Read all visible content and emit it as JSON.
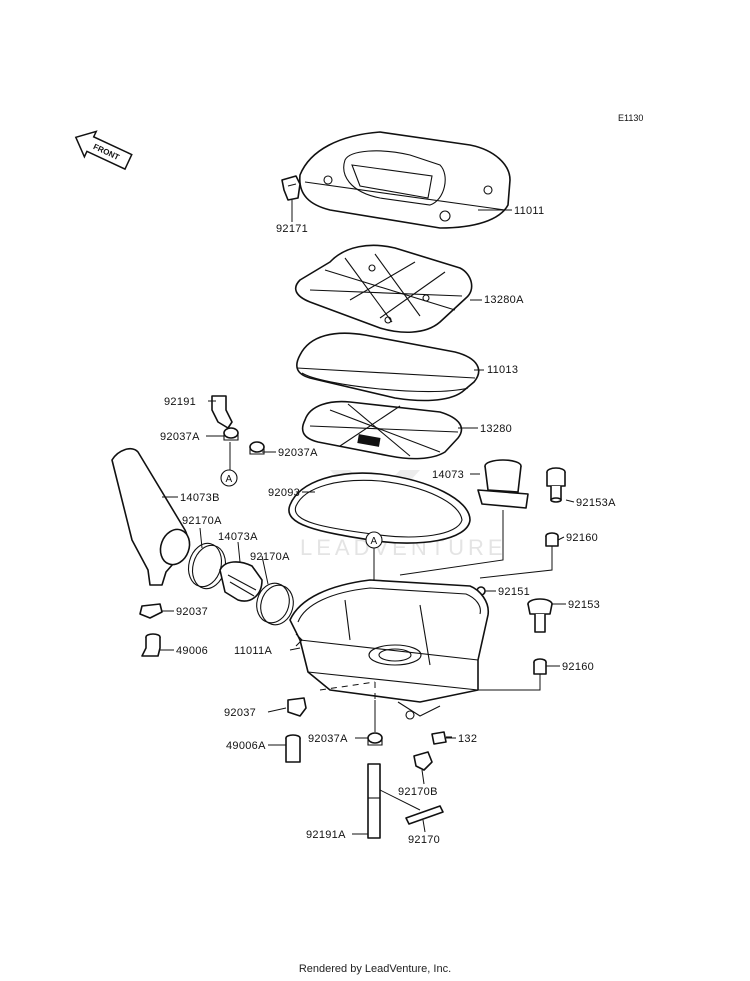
{
  "diagram": {
    "ref_code": "E1130",
    "front_label": "FRONT",
    "callout_label": "A",
    "watermark": "LEADVENTURE",
    "parts": {
      "p11011": "11011",
      "p92171": "92171",
      "p13280A": "13280A",
      "p11013": "11013",
      "p92191": "92191",
      "p92037A_1": "92037A",
      "p92037A_2": "92037A",
      "p13280": "13280",
      "p14073": "14073",
      "p92093": "92093",
      "p14073B": "14073B",
      "p92153A": "92153A",
      "p92170A_1": "92170A",
      "p14073A": "14073A",
      "p92170A_2": "92170A",
      "p92160_1": "92160",
      "p92151": "92151",
      "p92153": "92153",
      "p92037_1": "92037",
      "p49006": "49006",
      "p11011A": "11011A",
      "p92160_2": "92160",
      "p92037_2": "92037",
      "p92037A_3": "92037A",
      "p132": "132",
      "p49006A": "49006A",
      "p92170B": "92170B",
      "p92191A": "92191A",
      "p92170": "92170"
    }
  },
  "footer": {
    "text": "Rendered by LeadVenture, Inc."
  }
}
